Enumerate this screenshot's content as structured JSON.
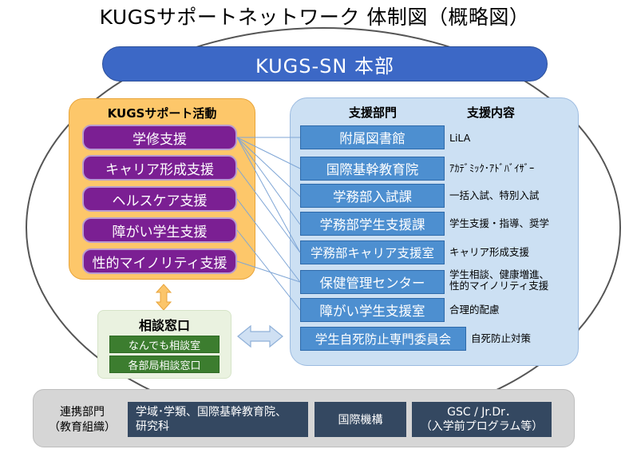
{
  "title": "KUGSサポートネットワーク 体制図（概略図）",
  "headquarters": "KUGS-SN 本部",
  "support_activities": {
    "heading": "KUGSサポート活動",
    "items": [
      "学修支援",
      "キャリア形成支援",
      "ヘルスケア支援",
      "障がい学生支援",
      "性的マイノリティ支援"
    ]
  },
  "consultation": {
    "heading": "相談窓口",
    "items": [
      "なんでも相談室",
      "各部局相談窓口"
    ]
  },
  "departments": {
    "heading": "支援部門",
    "content_heading": "支援内容",
    "rows": [
      {
        "name": "附属図書館",
        "content": "LiLA"
      },
      {
        "name": "国際基幹教育院",
        "content": "ｱｶﾃﾞﾐｯｸ･ｱﾄﾞﾊﾞｲｻﾞｰ"
      },
      {
        "name": "学務部入試課",
        "content": "一括入試、特別入試"
      },
      {
        "name": "学務部学生支援課",
        "content": "学生支援・指導、奨学"
      },
      {
        "name": "学務部キャリア支援室",
        "content": "キャリア形成支援"
      },
      {
        "name": "保健管理センター",
        "content": "学生相談、健康増進、\n性的マイノリティ支援"
      },
      {
        "name": "障がい学生支援室",
        "content": "合理的配慮"
      },
      {
        "name": "学生自死防止専門委員会",
        "content": "自死防止対策"
      }
    ]
  },
  "partners": {
    "label_line1": "連携部門",
    "label_line2": "（教育組織）",
    "items": [
      {
        "line1": "学域･学類、国際基幹教育院、",
        "line2": "研究科"
      },
      {
        "line1": "国際機構",
        "line2": ""
      },
      {
        "line1": "GSC / Jr.Dr．",
        "line2": "（入学前プログラム等）"
      }
    ]
  },
  "colors": {
    "hq": "#3c68c6",
    "activity_panel": "#fdc76a",
    "activity_button": "#7b1f93",
    "department_panel": "#cce0f3",
    "department_box": "#4d8fd0",
    "consult_button": "#3c7d2f",
    "partner_box": "#344861"
  }
}
